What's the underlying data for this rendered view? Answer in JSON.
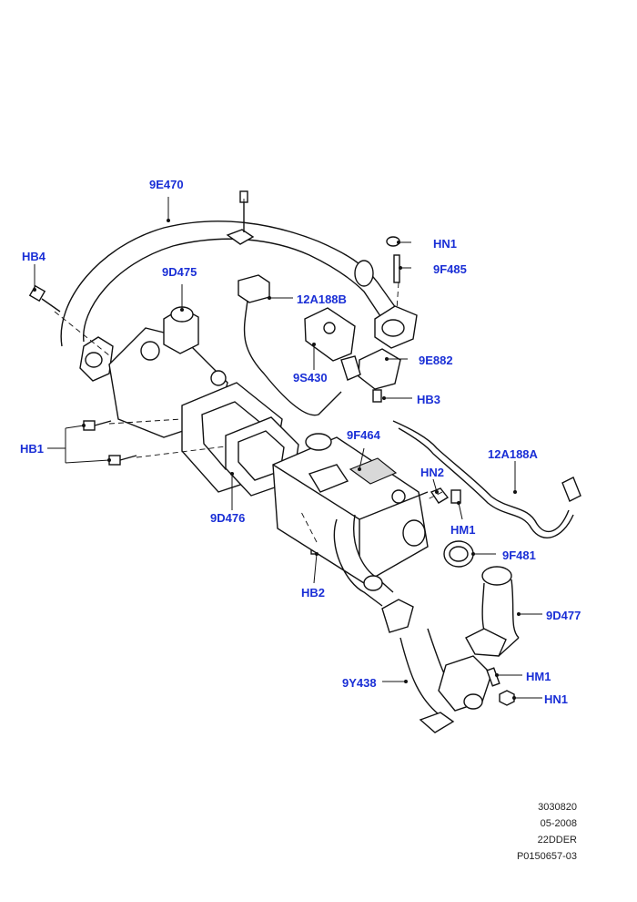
{
  "callouts": {
    "9E470": "9E470",
    "HB4": "HB4",
    "9D475": "9D475",
    "HN1_top": "HN1",
    "9F485": "9F485",
    "12A188B": "12A188B",
    "9E882": "9E882",
    "9S430": "9S430",
    "HB3": "HB3",
    "9F464": "9F464",
    "HB1": "HB1",
    "12A188A": "12A188A",
    "HN2": "HN2",
    "HM1_mid": "HM1",
    "9D476": "9D476",
    "9F481": "9F481",
    "HB2": "HB2",
    "9D477": "9D477",
    "HM1_low": "HM1",
    "9Y438": "9Y438",
    "HN1_low": "HN1"
  },
  "reference": {
    "line1": "3030820",
    "line2": "05-2008",
    "line3": "22DDER",
    "line4": "P0150657-03"
  },
  "colors": {
    "callout": "#1a2fd6",
    "linework": "#111111"
  }
}
